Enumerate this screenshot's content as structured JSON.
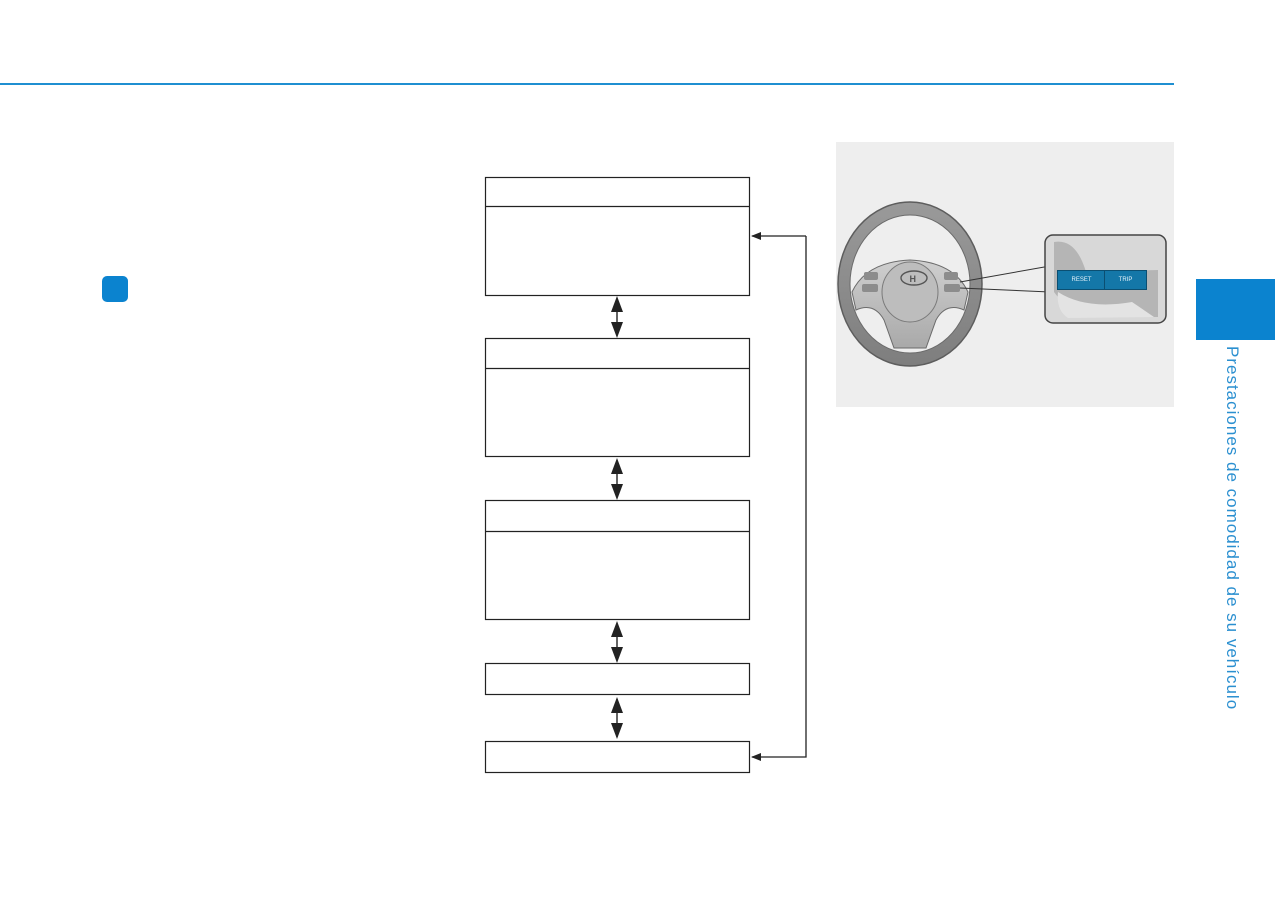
{
  "sidebar": {
    "chapter_label": "Prestaciones de comodidad de su vehículo"
  },
  "illustration": {
    "button_left": "RESET",
    "button_right": "TRIP"
  },
  "colors": {
    "accent": "#0b83cf",
    "rule": "#1f8fd1",
    "figure_bg": "#eeeeee"
  }
}
